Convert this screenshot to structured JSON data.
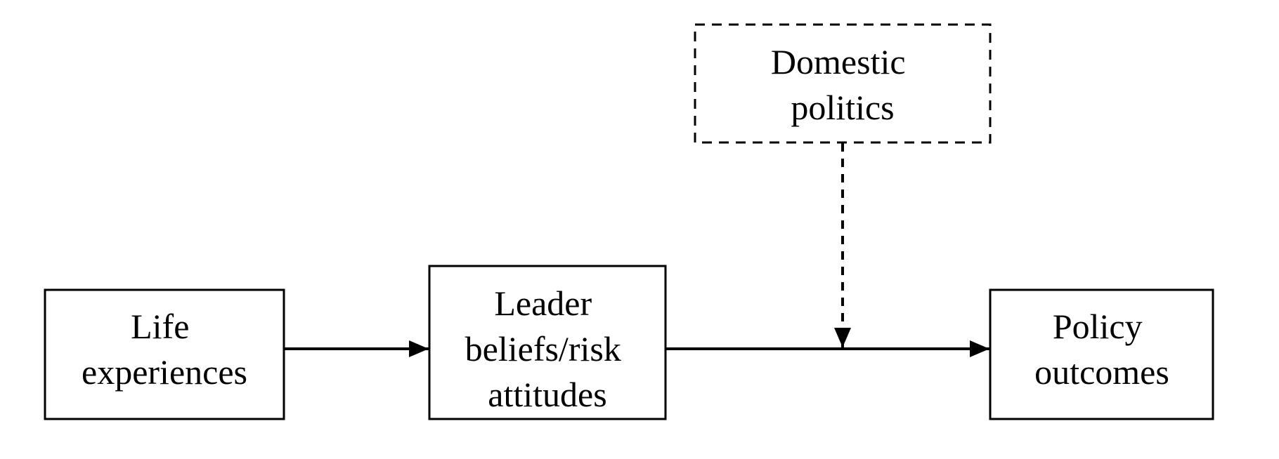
{
  "diagram": {
    "nodes": {
      "life_experiences": {
        "lines": [
          "Life",
          "experiences"
        ]
      },
      "leader_beliefs": {
        "lines": [
          "Leader",
          "beliefs/risk",
          "attitudes"
        ]
      },
      "domestic_politics": {
        "lines": [
          "Domestic",
          "politics"
        ]
      },
      "policy_outcomes": {
        "lines": [
          "Policy",
          "outcomes"
        ]
      }
    },
    "edges": [
      {
        "from": "life_experiences",
        "to": "leader_beliefs",
        "style": "solid"
      },
      {
        "from": "leader_beliefs",
        "to": "policy_outcomes",
        "style": "solid"
      },
      {
        "from": "domestic_politics",
        "to": "leader_beliefs-policy_outcomes-edge",
        "style": "dashed"
      }
    ],
    "colors": {
      "stroke": "#000000",
      "background": "#ffffff"
    }
  }
}
